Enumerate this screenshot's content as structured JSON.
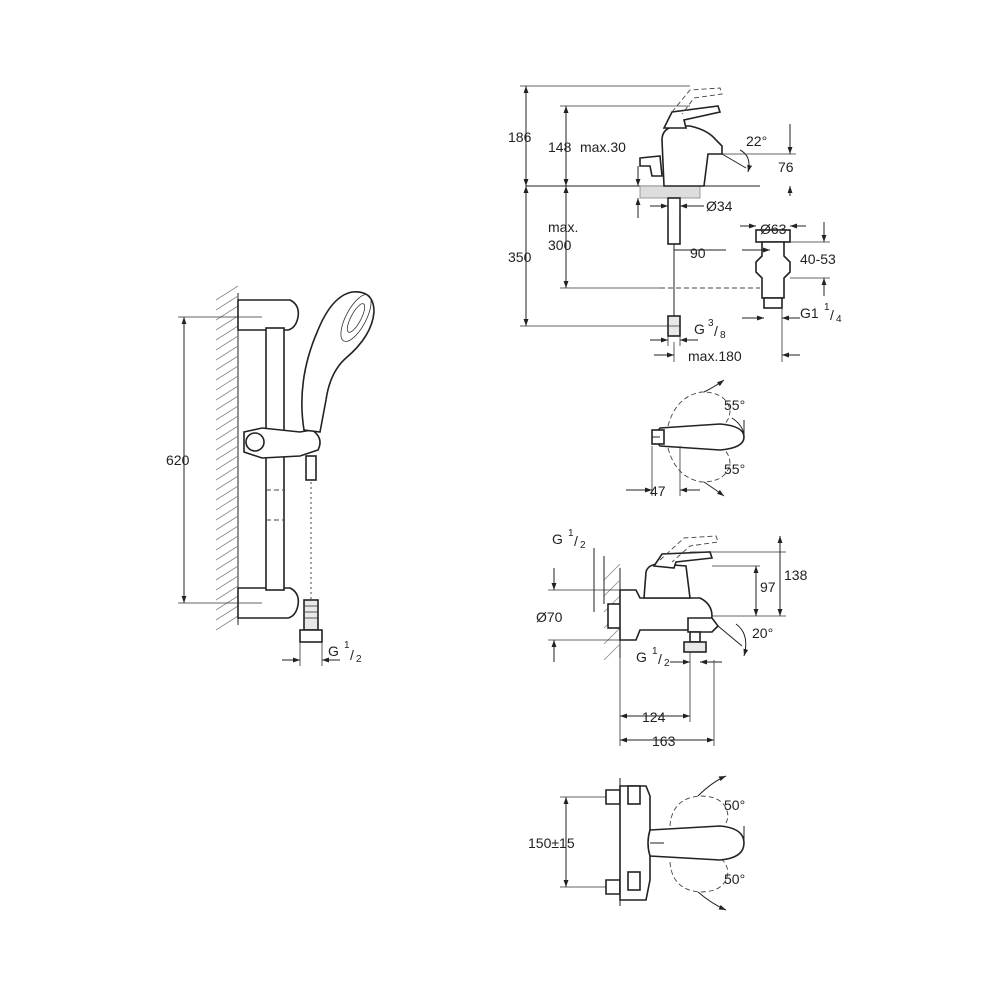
{
  "shower_set": {
    "height": "620",
    "thread_main": "G",
    "thread_sup": "1",
    "thread_sub": "2"
  },
  "basin_mixer": {
    "total_height": "186",
    "spout_height": "148",
    "max_thickness": "max.30",
    "spout_angle": "22°",
    "outlet_height": "76",
    "hole_diameter": "Ø34",
    "max_label": "max.",
    "max_value": "300",
    "tail_length": "350",
    "waste_offset": "90",
    "waste_diameter": "Ø63",
    "waste_range": "40-53",
    "waste_thread_main": "G1",
    "waste_thread_sup": "1",
    "waste_thread_sub": "4",
    "inlet_thread_main": "G",
    "inlet_thread_sup": "3",
    "inlet_thread_sub": "8",
    "max_reach": "max.180"
  },
  "basin_top_view": {
    "angle_upper": "55°",
    "angle_lower": "55°",
    "depth": "47"
  },
  "bath_mixer": {
    "thread_top_main": "G",
    "thread_top_sup": "1",
    "thread_top_sub": "2",
    "diameter": "Ø70",
    "height_97": "97",
    "height_138": "138",
    "spout_angle": "20°",
    "thread_bottom_main": "G",
    "thread_bottom_sup": "1",
    "thread_bottom_sub": "2",
    "reach_124": "124",
    "reach_163": "163"
  },
  "bath_top_view": {
    "centres": "150±15",
    "angle_upper": "50°",
    "angle_lower": "50°"
  }
}
